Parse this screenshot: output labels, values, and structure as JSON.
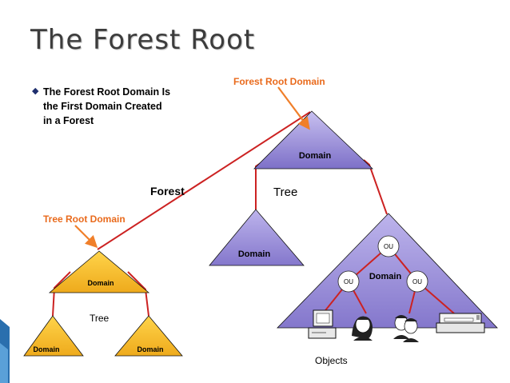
{
  "title": "The Forest Root",
  "bullet": {
    "lines": [
      "The Forest Root Domain Is",
      "the First Domain Created",
      "in a Forest"
    ]
  },
  "labels": {
    "forest_root_domain": "Forest Root Domain",
    "tree_root_domain": "Tree Root Domain",
    "forest": "Forest",
    "tree_large": "Tree",
    "tree_small": "Tree",
    "objects": "Objects"
  },
  "domains": {
    "forest_root": "Domain",
    "middle": "Domain",
    "right": "Domain",
    "tree_root": "Domain",
    "left_child": "Domain",
    "right_child": "Domain"
  },
  "ous": [
    "OU",
    "OU",
    "OU"
  ],
  "colors": {
    "purple_domain": "#9a8fd6",
    "gold_domain": "#f4c030",
    "red_line": "#cc2222",
    "orange_label": "#e96a1c",
    "arrow_orange": "#f07f2a"
  },
  "icons": [
    "computer-icon",
    "user-icon",
    "users-icon",
    "printer-icon"
  ]
}
